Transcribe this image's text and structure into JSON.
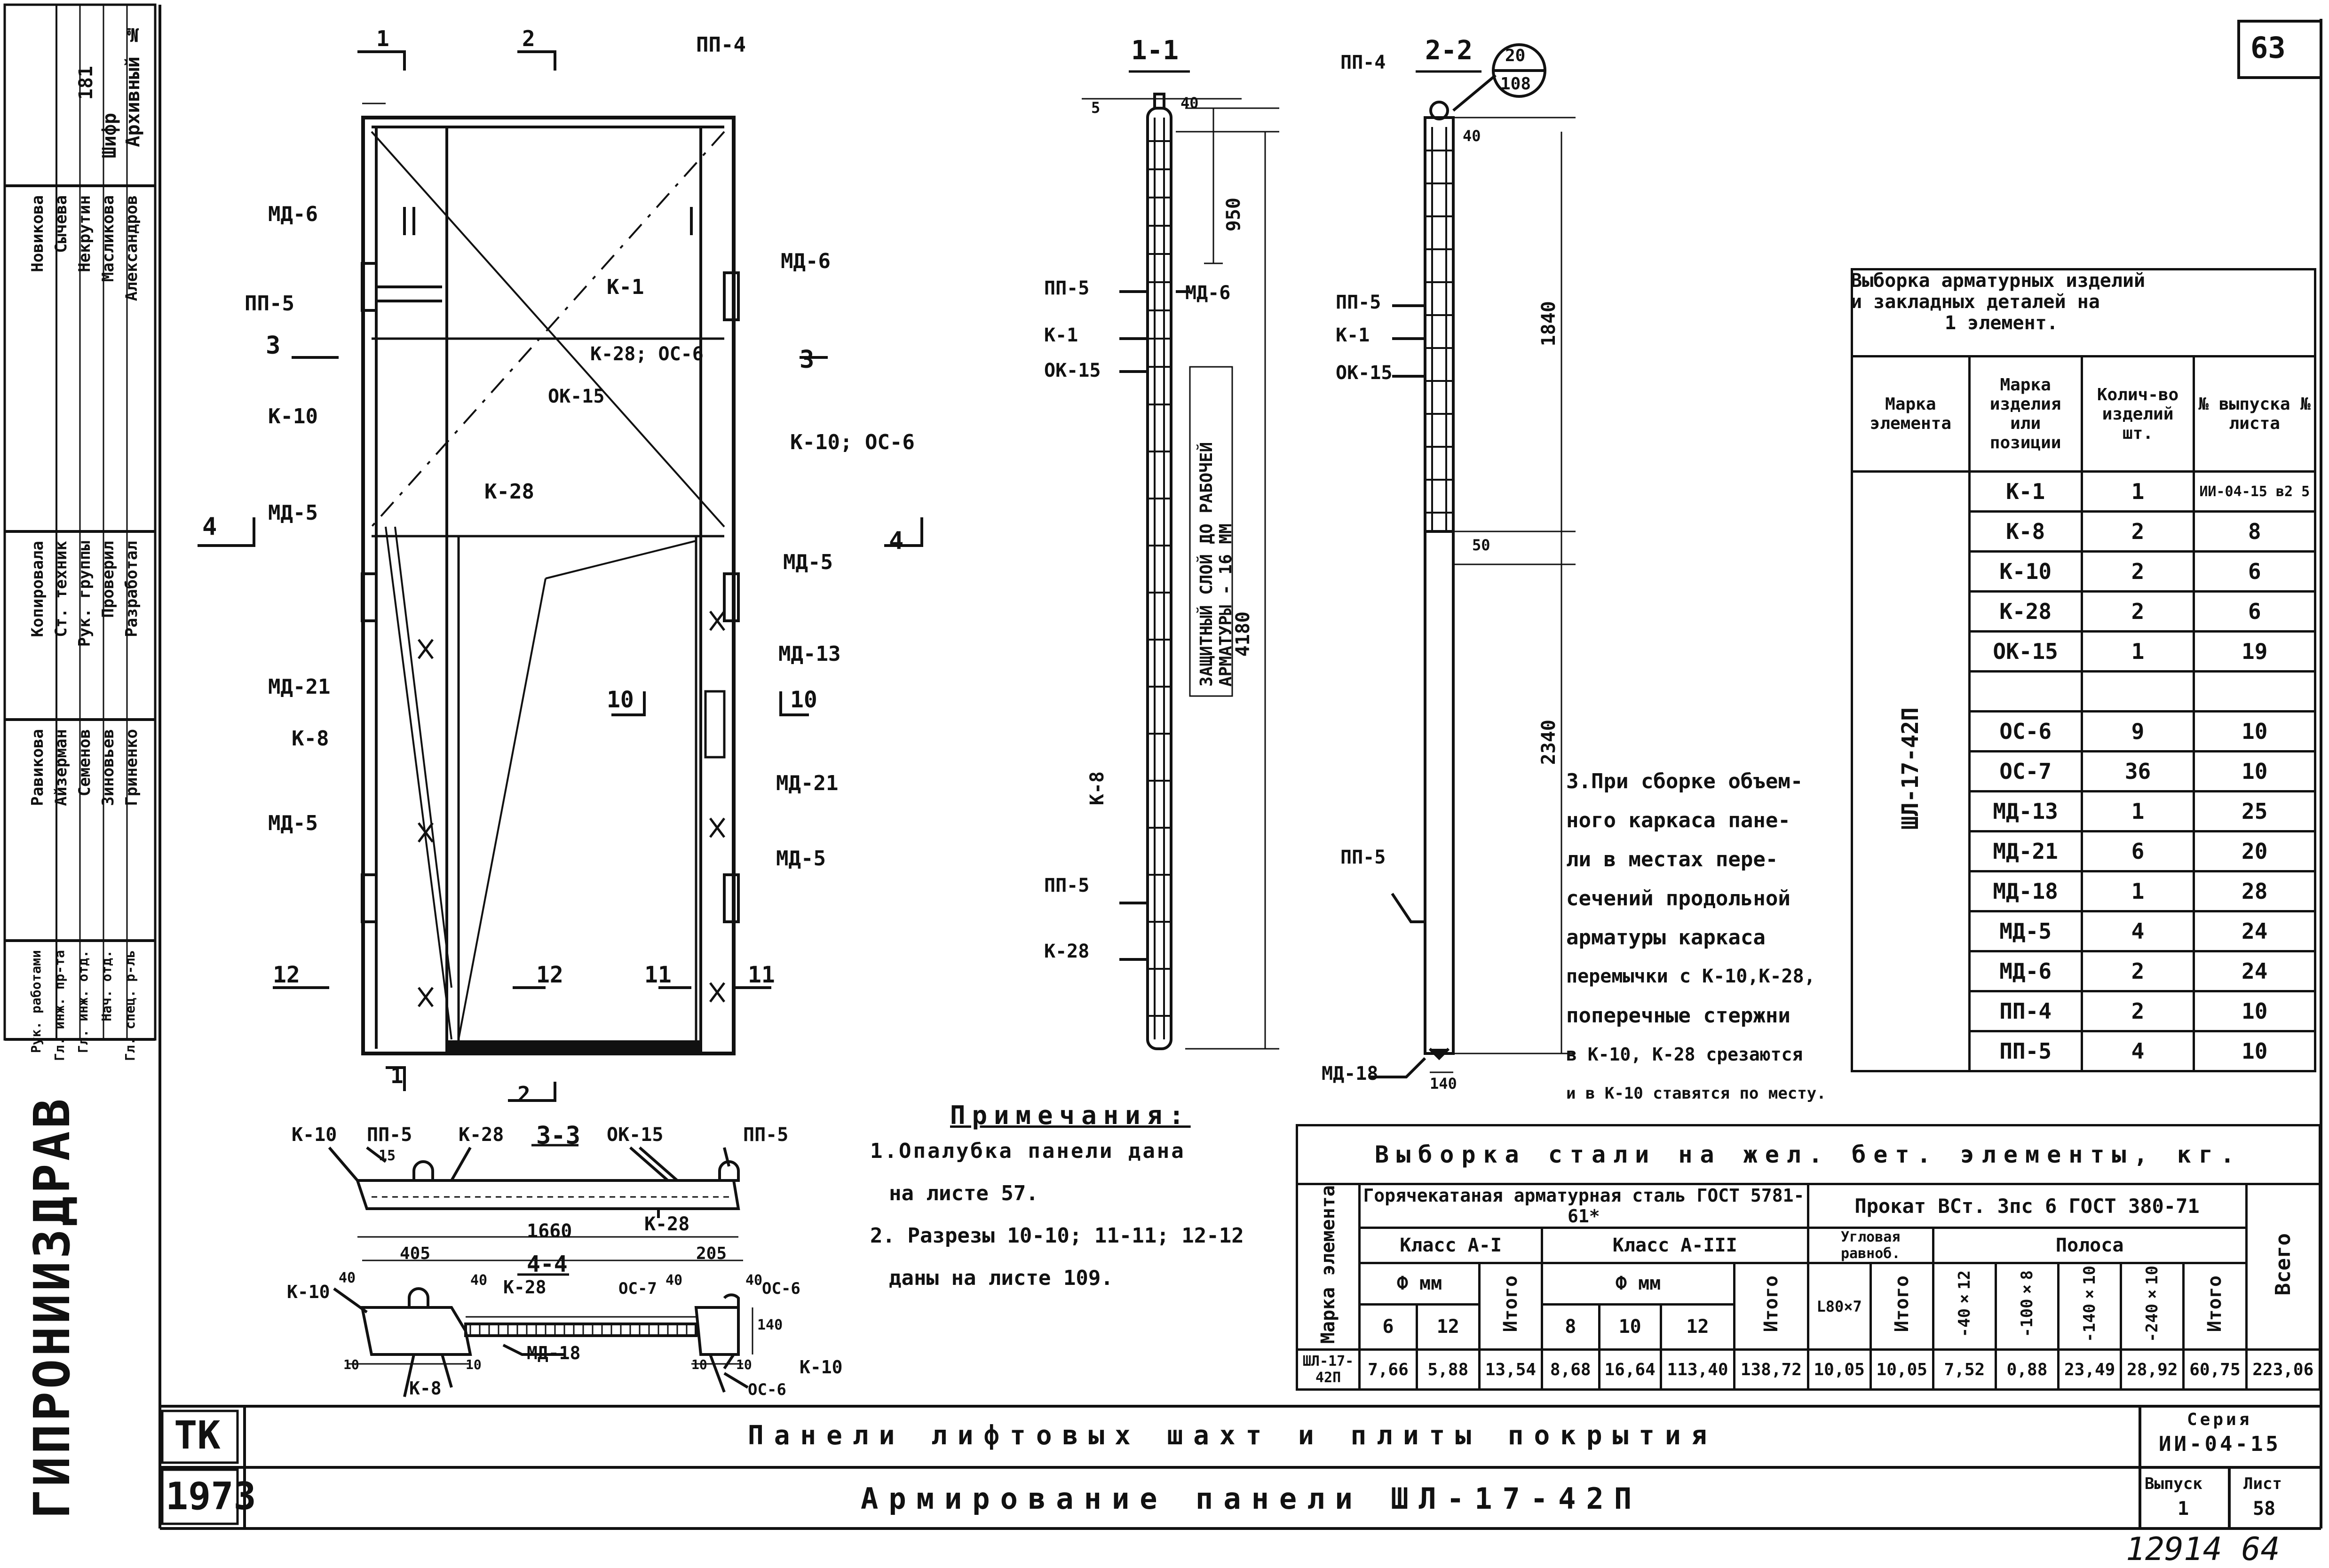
{
  "sheet": {
    "page_number": "63",
    "stamp": "ГИПРОНИИЗДРАВ",
    "tk": "ТК",
    "year": "1973",
    "handwritten_bottom": "12914  64"
  },
  "left_stamp": {
    "archive_label": "Архивный №",
    "cipher_label": "Шифр",
    "cipher_value": "181",
    "roles": [
      "Разработал",
      "Проверил",
      "Рук. группы",
      "Ст. техник",
      "Копировала"
    ],
    "names_a": [
      "Александров",
      "Масликова",
      "Некрутин",
      "Сычева",
      "Новикова"
    ],
    "roles_b": [
      "Гл. спец. р-ль",
      "Нач. отд.",
      "Гл. инж. отд.",
      "Гл. инж. пр-та",
      "Рук. работами"
    ],
    "names_b": [
      "Гриненко",
      "Зиновьев",
      "Семенов",
      "Айзерман",
      "Равикова"
    ]
  },
  "main_drawing": {
    "labels": [
      "ПП-4",
      "МД-6",
      "ПП-5",
      "К-1",
      "МД-6",
      "К-28; ОС-6",
      "К-10",
      "ОК-15",
      "К-10; ОС-6",
      "К-28",
      "МД-5",
      "МД-5",
      "МД-13",
      "МД-21",
      "К-8",
      "МД-21",
      "МД-5",
      "МД-5"
    ],
    "section_marks": [
      "1",
      "2",
      "3",
      "3",
      "4",
      "4",
      "10",
      "10",
      "12",
      "12",
      "11",
      "11",
      "1",
      "2"
    ]
  },
  "section_1_1": {
    "title": "1-1",
    "labels": [
      "ПП-5",
      "МД-6",
      "К-1",
      "ОК-15",
      "К-8",
      "ПП-5",
      "К-28"
    ],
    "dims": [
      "5",
      "40",
      "950",
      "4180"
    ],
    "protective_note": "ЗАЩИТНЫЙ СЛОЙ ДО РАБОЧЕЙ АРМАТУРЫ - 16 ММ"
  },
  "section_2_2": {
    "title": "2-2",
    "ref_top": "20",
    "ref_bottom": "108",
    "labels": [
      "ПП-4",
      "ПП-5",
      "К-1",
      "ОК-15",
      "ПП-5",
      "МД-18"
    ],
    "dims": [
      "40",
      "1840",
      "50",
      "2340",
      "140"
    ]
  },
  "section_3_3": {
    "title": "3-3",
    "labels": [
      "К-10",
      "ПП-5",
      "К-28",
      "ОК-15",
      "ПП-5",
      "К-28"
    ],
    "dims": [
      "15",
      "1660"
    ]
  },
  "section_4_4": {
    "title": "4-4",
    "labels": [
      "К-10",
      "К-28",
      "ОС-7",
      "ОС-6",
      "МД-18",
      "К-8",
      "ОС-6",
      "К-10"
    ],
    "dims": [
      "405",
      "205",
      "40",
      "40",
      "40",
      "40",
      "140",
      "10",
      "10",
      "10",
      "10"
    ]
  },
  "note3": {
    "lines": [
      "3.При сборке объем-",
      "ного каркаса пане-",
      "ли в местах пере-",
      "сечений продольной",
      "арматуры каркаса",
      "перемычки с К-10,К-28,",
      "поперечные стержни",
      "в К-10, К-28 срезаются",
      "и в К-10 ставятся по месту."
    ]
  },
  "notes": {
    "title": "Примечания:",
    "lines": [
      "1.Опалубка панели дана",
      "на листе 57.",
      "2. Разрезы 10-10; 11-11; 12-12",
      "даны на листе 109."
    ]
  },
  "selection_table": {
    "title_lines": [
      "Выборка арматурных изделий",
      "и закладных деталей на",
      "1 элемент."
    ],
    "headers": [
      "Марка элемента",
      "Марка изделия или позиции",
      "Колич-во изделий шт.",
      "№ выпуска № листа"
    ],
    "element": "ШЛ-17-42П",
    "rows": [
      [
        "К-1",
        "1",
        "ИИ-04-15 в2 5"
      ],
      [
        "К-8",
        "2",
        "8"
      ],
      [
        "К-10",
        "2",
        "6"
      ],
      [
        "К-28",
        "2",
        "6"
      ],
      [
        "ОК-15",
        "1",
        "19"
      ],
      [
        "",
        "",
        ""
      ],
      [
        "ОС-6",
        "9",
        "10"
      ],
      [
        "ОС-7",
        "36",
        "10"
      ],
      [
        "МД-13",
        "1",
        "25"
      ],
      [
        "МД-21",
        "6",
        "20"
      ],
      [
        "МД-18",
        "1",
        "28"
      ],
      [
        "МД-5",
        "4",
        "24"
      ],
      [
        "МД-6",
        "2",
        "24"
      ],
      [
        "ПП-4",
        "2",
        "10"
      ],
      [
        "ПП-5",
        "4",
        "10"
      ]
    ]
  },
  "steel_table": {
    "title": "Выборка стали на жел. бет. элементы, кг.",
    "col_element": "Марка элемента",
    "group1": "Горячекатаная арматурная сталь ГОСТ 5781-61*",
    "group2": "Прокат ВСт. 3пс 6 ГОСТ 380-71",
    "class1": "Класс А-I",
    "class3": "Класс А-III",
    "angle": "Угловая равноб.",
    "strip": "Полоса",
    "diam": "Ф мм",
    "total_label": "Итого",
    "grand_total": "Всего",
    "subheads": [
      "6",
      "12",
      "Итого",
      "8",
      "10",
      "12",
      "Итого",
      "L80×7",
      "Итого",
      "-40×12",
      "-100×8",
      "-140×10",
      "-240×10",
      "Итого",
      "Всего"
    ],
    "row": [
      "ШЛ-17-42П",
      "7,66",
      "5,88",
      "13,54",
      "8,68",
      "16,64",
      "113,40",
      "138,72",
      "10,05",
      "10,05",
      "7,52",
      "0,88",
      "23,49",
      "28,92",
      "60,75",
      "223,06"
    ]
  },
  "title_block": {
    "line1": "Панели лифтовых шахт и плиты покрытия",
    "line2": "Армирование панели ШЛ-17-42П",
    "series_label": "Серия",
    "series_value": "ИИ-04-15",
    "issue_label": "Выпуск",
    "issue_value": "1",
    "sheet_label": "Лист",
    "sheet_value": "58"
  }
}
